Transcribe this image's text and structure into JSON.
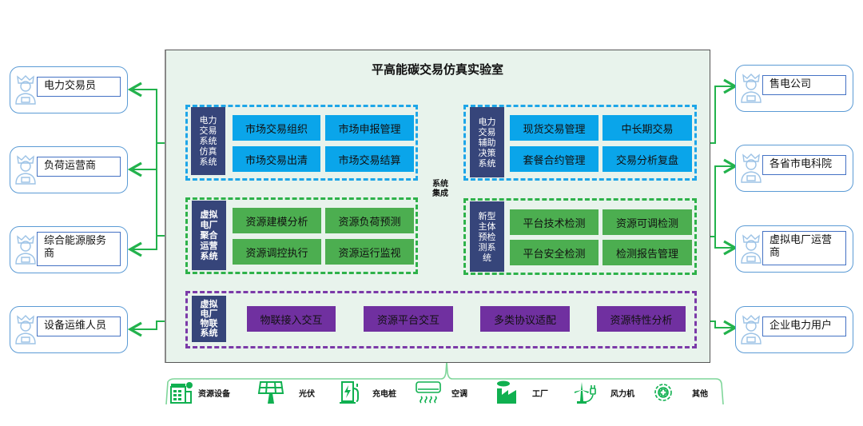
{
  "title": "平高能碳交易仿真实验室",
  "integration_label": "系统\n集成",
  "colors": {
    "blue_cell": "#0aa5ea",
    "green_cell": "#4cae50",
    "purple_cell": "#7030a0",
    "system_label": "#36457a",
    "connector": "#22b24c",
    "panel_bg": "#e8f3ec"
  },
  "systems": {
    "trading_sim": {
      "label": "电力\n交易\n系统\n仿真\n系统",
      "cells": [
        "市场交易组织",
        "市场申报管理",
        "市场交易出清",
        "市场交易结算"
      ]
    },
    "decision_support": {
      "label": "电力\n交易\n辅助\n决策\n系统",
      "cells": [
        "现货交易管理",
        "中长期交易",
        "套餐合约管理",
        "交易分析复盘"
      ]
    },
    "vpp_ops": {
      "label": "虚拟\n电厂\n聚合\n运营\n系统",
      "cells": [
        "资源建模分析",
        "资源负荷预测",
        "资源调控执行",
        "资源运行监视"
      ]
    },
    "pre_check": {
      "label": "新型\n主体\n预检\n测系\n统",
      "cells": [
        "平台技术检测",
        "资源可调检测",
        "平台安全检测",
        "检测报告管理"
      ]
    },
    "vpp_iot": {
      "label": "虚拟\n电厂\n物联\n系统",
      "cells": [
        "物联接入交互",
        "资源平台交互",
        "多类协议适配",
        "资源特性分析"
      ]
    }
  },
  "actors_left": [
    {
      "name": "电力交易员",
      "icon": "user-avatar-icon"
    },
    {
      "name": "负荷运营商",
      "icon": "user-avatar-icon"
    },
    {
      "name": "综合能源服务商",
      "icon": "user-avatar-icon"
    },
    {
      "name": "设备运维人员",
      "icon": "user-avatar-icon"
    }
  ],
  "actors_right": [
    {
      "name": "售电公司",
      "icon": "user-avatar-icon"
    },
    {
      "name": "各省市电科院",
      "icon": "user-avatar-icon"
    },
    {
      "name": "虚拟电厂运营商",
      "icon": "user-avatar-icon"
    },
    {
      "name": "企业电力用户",
      "icon": "user-avatar-icon"
    }
  ],
  "resources": [
    {
      "label": "资源设备",
      "icon": "building-icon"
    },
    {
      "label": "光伏",
      "icon": "solar-panel-icon"
    },
    {
      "label": "充电桩",
      "icon": "charging-pile-icon"
    },
    {
      "label": "空调",
      "icon": "air-conditioner-icon"
    },
    {
      "label": "工厂",
      "icon": "factory-icon"
    },
    {
      "label": "风力机",
      "icon": "wind-turbine-icon"
    },
    {
      "label": "其他",
      "icon": "gear-plus-icon"
    }
  ]
}
